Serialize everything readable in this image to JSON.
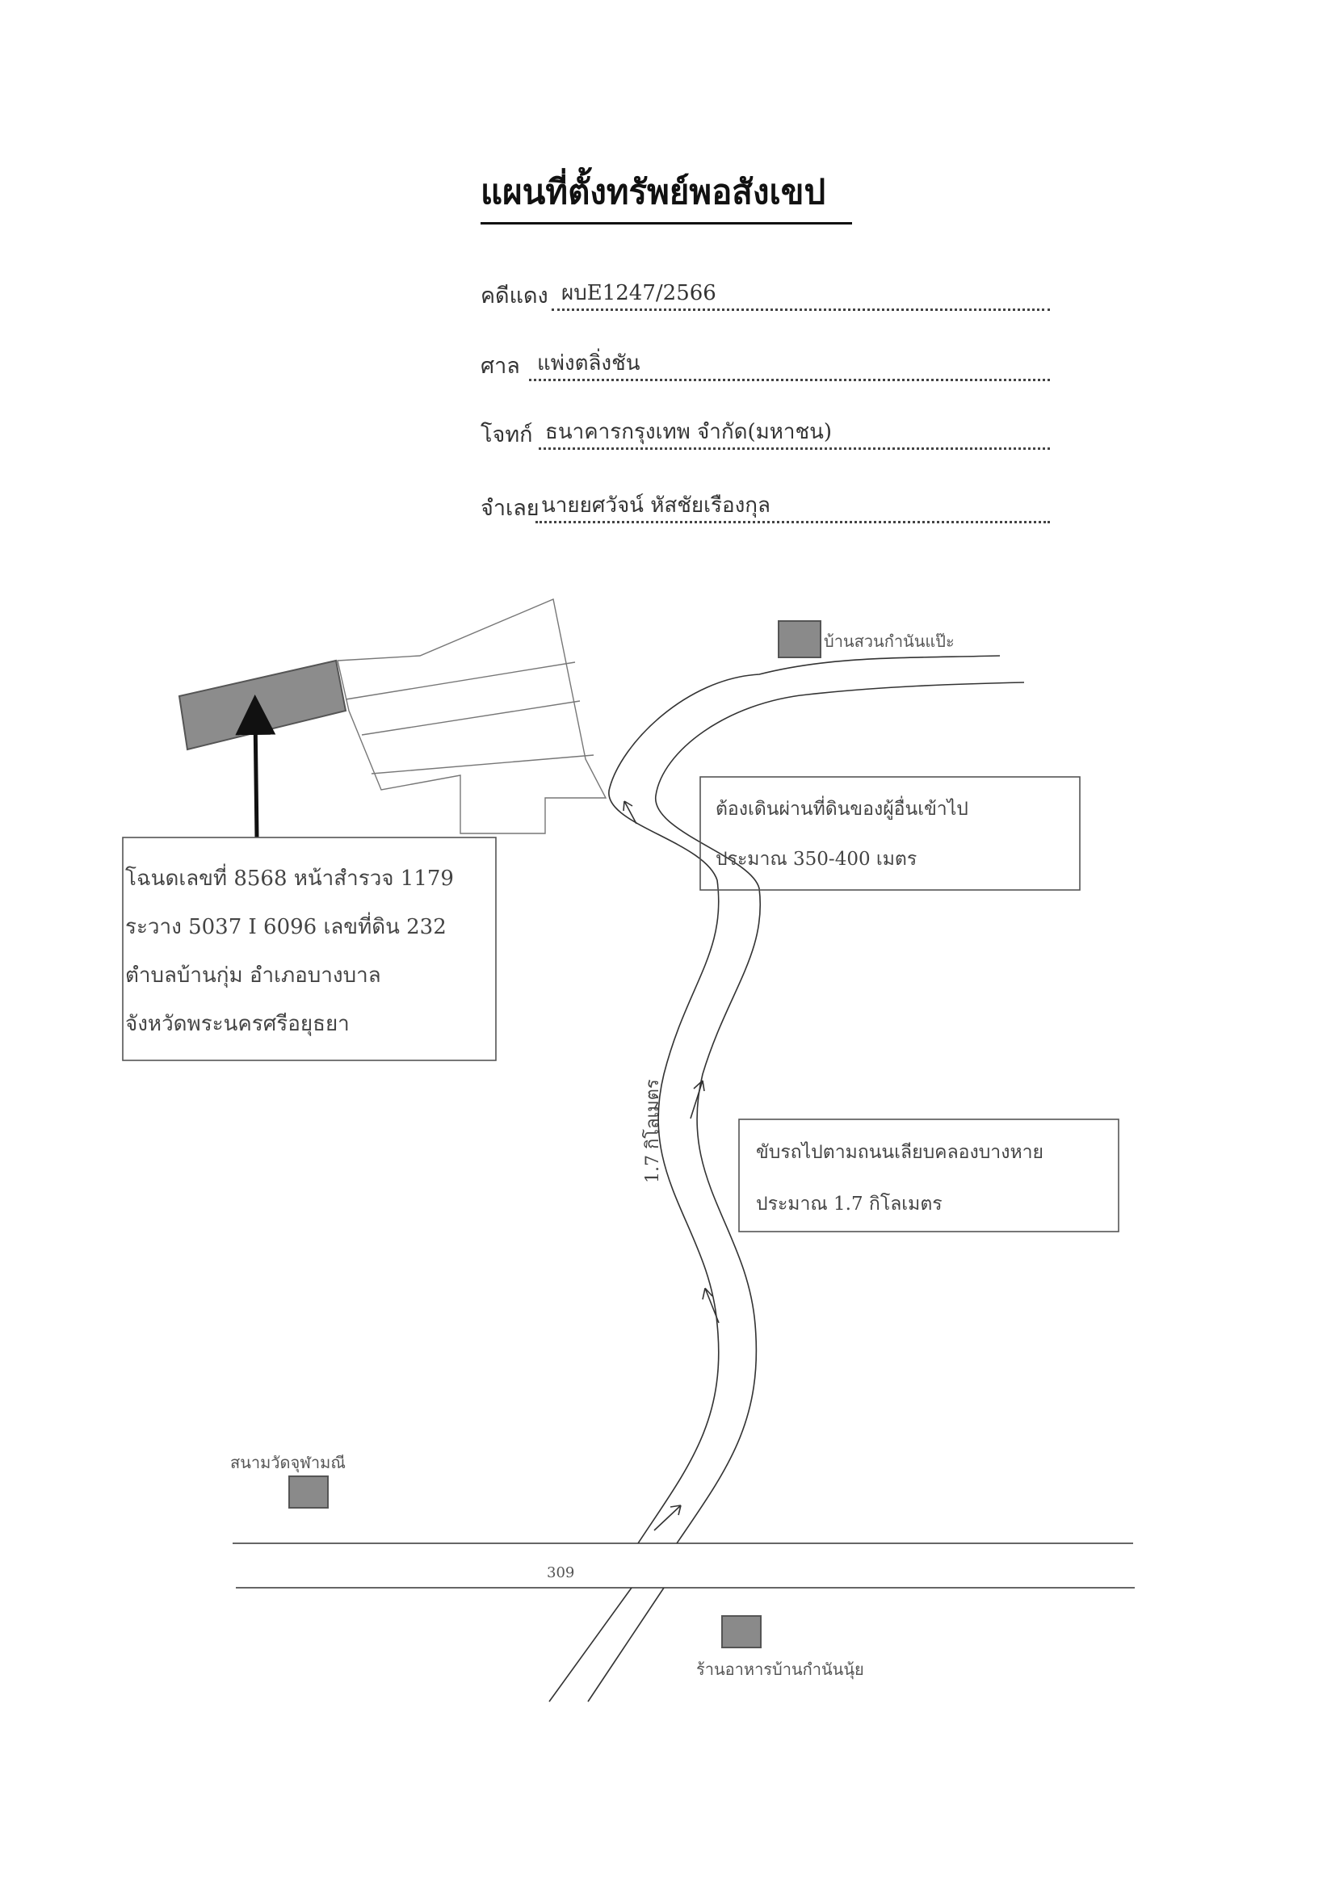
{
  "title": "แผนที่ตั้งทรัพย์พอสังเขป",
  "case": {
    "label": "คดีแดง",
    "value": "ผบE1247/2566"
  },
  "court": {
    "label": "ศาล",
    "value": "แพ่งตลิ่งชัน"
  },
  "plaintiff": {
    "label": "โจทก์",
    "value": "ธนาคารกรุงเทพ จำกัด(มหาชน)"
  },
  "defendant": {
    "label": "จำเลย",
    "value": "นายยศวัจน์ หัสชัยเรืองกุล"
  },
  "land_box": {
    "lines": [
      "โฉนดเลขที่ 8568 หน้าสำรวจ 1179",
      "ระวาง 5037 I 6096 เลขที่ดิน 232",
      "ตำบลบ้านกุ่ม อำเภอบางบาล",
      "จังหวัดพระนครศรีอยุธยา"
    ]
  },
  "walk_box": {
    "lines": [
      "ต้องเดินผ่านที่ดินของผู้อื่นเข้าไป",
      "ประมาณ 350-400 เมตร"
    ]
  },
  "drive_box": {
    "lines": [
      "ขับรถไปตามถนนเลียบคลองบางหาย",
      "ประมาณ 1.7 กิโลเมตร"
    ]
  },
  "distance_label": "1.7 กิโลเมตร",
  "road_number": "309",
  "landmarks": {
    "top_right": "บ้านสวนกำนันแป๊ะ",
    "left": "สนามวัดจุฬามณี",
    "bottom": "ร้านอาหารบ้านกำนันนุ้ย"
  },
  "colors": {
    "landmark_fill": "#8a8a8a",
    "property_fill": "#8c8c8c",
    "line": "#444444"
  }
}
